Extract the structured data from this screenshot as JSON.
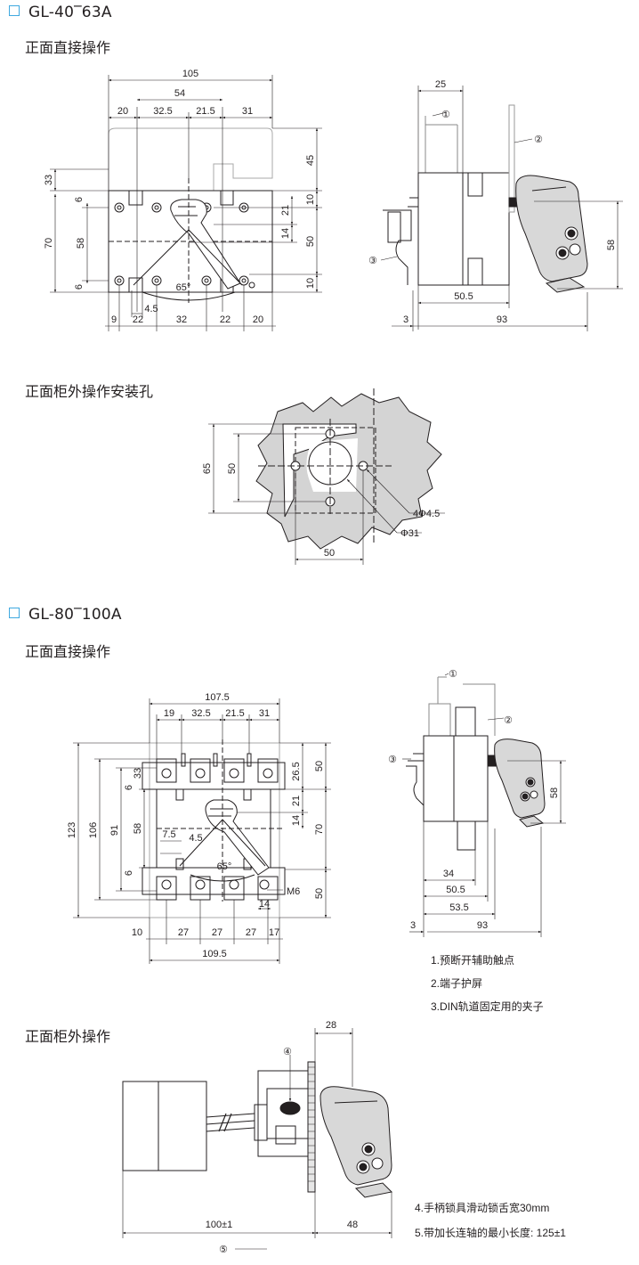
{
  "section1": {
    "title": "GL-40‾63A",
    "subtitle_front": "正面直接操作",
    "subtitle_panel": "正面柜外操作安装孔",
    "front_dims": {
      "overall_width": "105",
      "center_span": "54",
      "top_segments": [
        "20",
        "32.5",
        "21.5",
        "31"
      ],
      "left_33": "33",
      "left_6a": "6",
      "left_70": "70",
      "left_58": "58",
      "left_6b": "6",
      "right_45": "45",
      "right_10a": "10",
      "right_21": "21",
      "right_14": "14",
      "right_50": "50",
      "right_10b": "10",
      "angle": "65°",
      "offset_45": "4.5",
      "bottom_segments": [
        "9",
        "22",
        "32",
        "22",
        "20"
      ]
    },
    "side_dims": {
      "top_25": "25",
      "height_58": "58",
      "depth_505": "50.5",
      "offset_3": "3",
      "total_93": "93"
    },
    "callouts": [
      "①",
      "②",
      "③"
    ],
    "panel_dims": {
      "h65": "65",
      "h50": "50",
      "w50": "50",
      "holes": "4Φ4.5",
      "bore": "Φ31"
    }
  },
  "section2": {
    "title": "GL-80‾100A",
    "subtitle_front": "正面直接操作",
    "subtitle_panel": "正面柜外操作",
    "front_dims": {
      "overall_width": "107.5",
      "top_segments": [
        "19",
        "32.5",
        "21.5",
        "31"
      ],
      "left_123": "123",
      "left_106": "106",
      "left_91": "91",
      "left_58": "58",
      "left_6a": "6",
      "left_33": "33",
      "left_6b": "6",
      "left_75": "7.5",
      "left_45": "4.5",
      "right_265": "26.5",
      "right_50a": "50",
      "right_21": "21",
      "right_14": "14",
      "right_70": "70",
      "right_50b": "50",
      "screw": "M6",
      "small_14": "14",
      "angle": "65°",
      "bottom_segments": [
        "10",
        "27",
        "27",
        "27",
        "17"
      ],
      "bottom_total": "109.5"
    },
    "side_dims": {
      "height_58": "58",
      "d34": "34",
      "d505": "50.5",
      "d535": "53.5",
      "offset_3": "3",
      "total_93": "93"
    },
    "callouts": [
      "①",
      "②",
      "③"
    ],
    "legend": [
      "1.预断开辅助触点",
      "2.端子护屏",
      "3.DIN轨道固定用的夹子"
    ],
    "panel_dims": {
      "top_28": "28",
      "len_100": "100±1",
      "len_48": "48"
    },
    "callouts_panel": [
      "④",
      "⑤"
    ],
    "notes": [
      "4.手柄锁具滑动锁舌宽30mm",
      "5.带加长连轴的最小长度:  125±1"
    ]
  }
}
